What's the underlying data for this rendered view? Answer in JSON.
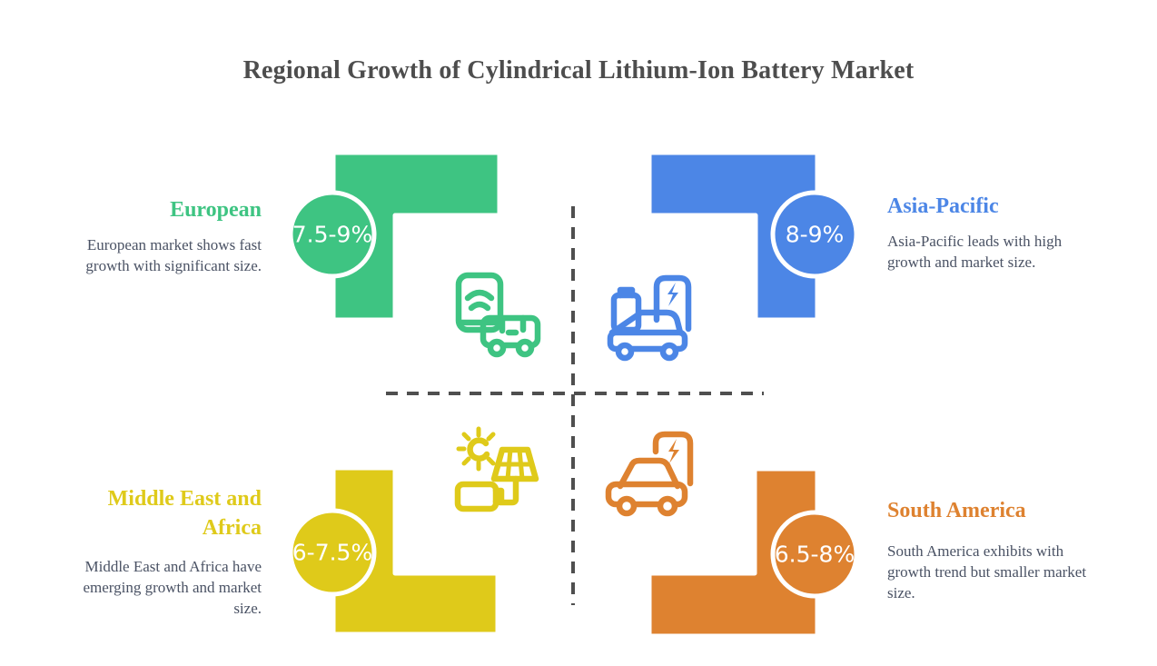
{
  "title": "Regional Growth of Cylindrical Lithium-Ion Battery Market",
  "colors": {
    "title_text": "#4d4d4d",
    "body_text": "#4a5264",
    "divider": "#4f4f4f",
    "green": "#3ec482",
    "blue": "#4c86e6",
    "yellow": "#dfca1a",
    "orange": "#de8230",
    "circle_text": "#ffffff"
  },
  "quadrants": [
    {
      "name": "European",
      "rate": "7.5-9%",
      "description": "European market shows fast growth with significant size.",
      "color": "#3ec482",
      "icon": "phone-wifi-van-icon"
    },
    {
      "name": "Asia-Pacific",
      "rate": "8-9%",
      "description": "Asia-Pacific leads with high growth and market size.",
      "color": "#4c86e6",
      "icon": "battery-ev-charging-icon"
    },
    {
      "name": "Middle East and Africa",
      "rate": "6-7.5%",
      "description": "Middle East and Africa have emerging growth and market size.",
      "color": "#dfca1a",
      "icon": "solar-panel-battery-icon"
    },
    {
      "name": "South America",
      "rate": "6.5-8%",
      "description": "South America exhibits with growth trend but smaller market size.",
      "color": "#de8230",
      "icon": "car-charging-station-icon"
    }
  ]
}
